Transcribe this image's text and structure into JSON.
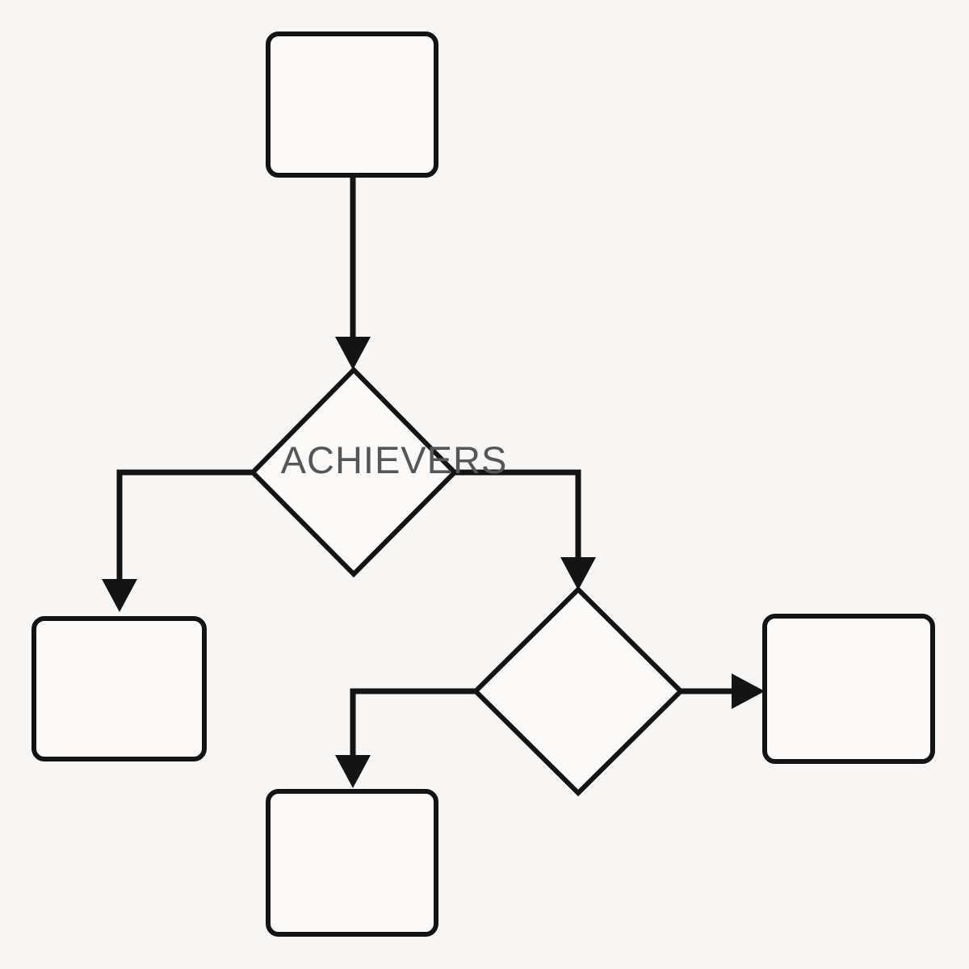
{
  "diagram": {
    "type": "flowchart",
    "colors": {
      "background": "#f7f6f4",
      "shape_fill": "#fbfaf8",
      "line_color": "#141414",
      "text_color": "#565656"
    },
    "nodes": [
      {
        "id": "top-box",
        "shape": "rounded-rectangle",
        "label": ""
      },
      {
        "id": "decision-1",
        "shape": "diamond",
        "label": "ACHIEVERS"
      },
      {
        "id": "left-box",
        "shape": "rounded-rectangle",
        "label": ""
      },
      {
        "id": "decision-2",
        "shape": "diamond",
        "label": ""
      },
      {
        "id": "right-box",
        "shape": "rounded-rectangle",
        "label": ""
      },
      {
        "id": "bottom-box",
        "shape": "rounded-rectangle",
        "label": ""
      }
    ],
    "edges": [
      {
        "from": "top-box",
        "to": "decision-1",
        "direction": "down"
      },
      {
        "from": "decision-1",
        "to": "left-box",
        "direction": "left-then-down"
      },
      {
        "from": "decision-1",
        "to": "decision-2",
        "direction": "right-then-down"
      },
      {
        "from": "decision-2",
        "to": "right-box",
        "direction": "right"
      },
      {
        "from": "decision-2",
        "to": "bottom-box",
        "direction": "left-then-down"
      }
    ]
  }
}
